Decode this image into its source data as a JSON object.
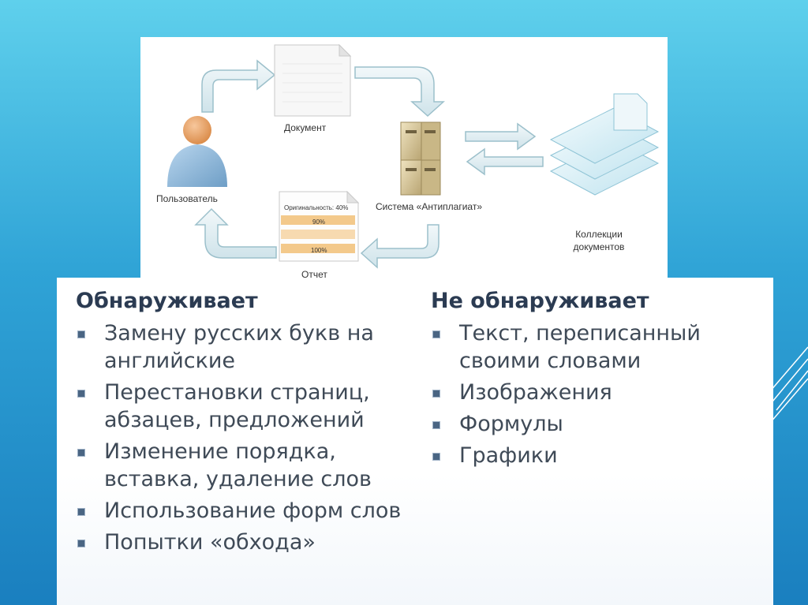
{
  "diagram": {
    "labels": {
      "document": "Документ",
      "user": "Пользователь",
      "system": "Система «Антиплагиат»",
      "collections": "Коллекции документов",
      "report": "Отчет",
      "report_originality": "Оригинальность: 40%",
      "report_bar1": "90%",
      "report_bar2": "100%"
    },
    "colors": {
      "arrow_fill": "#dfeef2",
      "arrow_stroke": "#9cc0cb",
      "person_body": "#8fb7d8",
      "person_head": "#e6a468",
      "server": "#dccda0",
      "report_band": "#f3c98b"
    }
  },
  "detects": {
    "title": "Обнаруживает",
    "items": [
      "Замену русских букв на английские",
      "Перестановки страниц, абзацев, предложений",
      "Изменение порядка, вставка, удаление слов",
      "Использование форм слов",
      "Попытки «обхода»"
    ]
  },
  "not_detects": {
    "title": "Не обнаруживает",
    "items": [
      "Текст, переписанный своими словами",
      "Изображения",
      "Формулы",
      "Графики"
    ]
  },
  "theme": {
    "bullet_color": "#4a6583",
    "heading_color": "#2b3b52",
    "text_color": "#3f4a57"
  }
}
